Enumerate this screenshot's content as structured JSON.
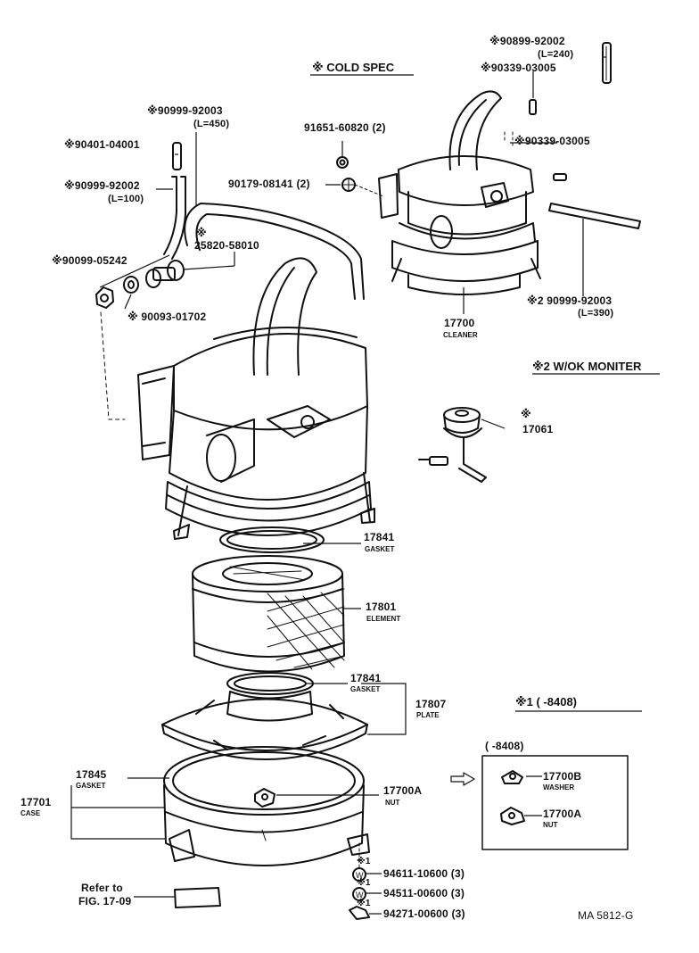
{
  "title_cold_spec": "※ COLD SPEC",
  "note_wok_moniter": "※2 W/OK MONITER",
  "note_8408_heading": "※1 (      -8408)",
  "note_8408_box": "(      -8408)",
  "drawing_code": "MA 5812-G",
  "refer_line1": "Refer to",
  "refer_line2": "FIG. 17-09",
  "parts": {
    "p90899_92002": {
      "number": "※90899-92002",
      "note": "(L=240)"
    },
    "p90339_03005_a": {
      "number": "※90339-03005"
    },
    "p90339_03005_b": {
      "number": "※90339-03005"
    },
    "p90999_92003_top": {
      "number": "※90999-92003",
      "note": "(L=450)"
    },
    "p91651_60820": {
      "number": "91651-60820 (2)"
    },
    "p90179_08141": {
      "number": "90179-08141 (2)"
    },
    "p90401_04001": {
      "number": "※90401-04001"
    },
    "p90999_92002": {
      "number": "※90999-92002",
      "note": "(L=100)"
    },
    "p25820_58010": {
      "mark": "※",
      "number": "25820-58010"
    },
    "p90099_05242": {
      "number": "※90099-05242"
    },
    "p90093_01702": {
      "number": "※ 90093-01702"
    },
    "p90999_92003_2": {
      "number": "※2 90999-92003",
      "note": "(L=390)"
    },
    "p17700": {
      "number": "17700",
      "name": "CLEANER"
    },
    "p17061": {
      "mark": "※",
      "number": "17061"
    },
    "p17841_a": {
      "number": "17841",
      "name": "GASKET"
    },
    "p17801": {
      "number": "17801",
      "name": "ELEMENT"
    },
    "p17841_b": {
      "number": "17841",
      "name": "GASKET"
    },
    "p17807": {
      "number": "17807",
      "name": "PLATE"
    },
    "p17845": {
      "number": "17845",
      "name": "GASKET"
    },
    "p17701": {
      "number": "17701",
      "name": "CASE"
    },
    "p17700A": {
      "number": "17700A",
      "name": "NUT"
    },
    "p17700B_box": {
      "number": "17700B",
      "name": "WASHER"
    },
    "p17700A_box": {
      "number": "17700A",
      "name": "NUT"
    },
    "p94611": {
      "mark": "※1",
      "number": "94611-10600 (3)"
    },
    "p94511": {
      "mark": "※1",
      "number": "94511-00600 (3)"
    },
    "p94271": {
      "mark": "※1",
      "number": "94271-00600 (3)"
    }
  }
}
